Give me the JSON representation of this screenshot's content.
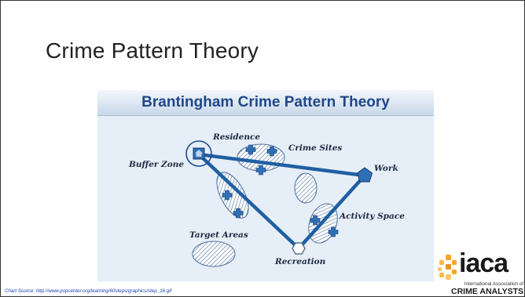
{
  "slide": {
    "title": "Crime Pattern Theory",
    "source": "Chart Source: http://www.popcenter.org/learning/60steps/graphics/step_16.gif"
  },
  "figure": {
    "title": "Brantingham Crime Pattern Theory",
    "labels": {
      "residence": "Residence",
      "buffer_zone": "Buffer Zone",
      "crime_sites": "Crime Sites",
      "work": "Work",
      "activity_space": "Activity Space",
      "target_areas": "Target Areas",
      "recreation": "Recreation"
    }
  },
  "logo": {
    "word": "iaca",
    "line1": "International Association of",
    "line2": "CRIME ANALYSTS"
  },
  "colors": {
    "path": "#1f5fa3",
    "node_fill": "#2f6fb5",
    "title_text": "#1f4788",
    "logo_accent": "#f5a623"
  }
}
